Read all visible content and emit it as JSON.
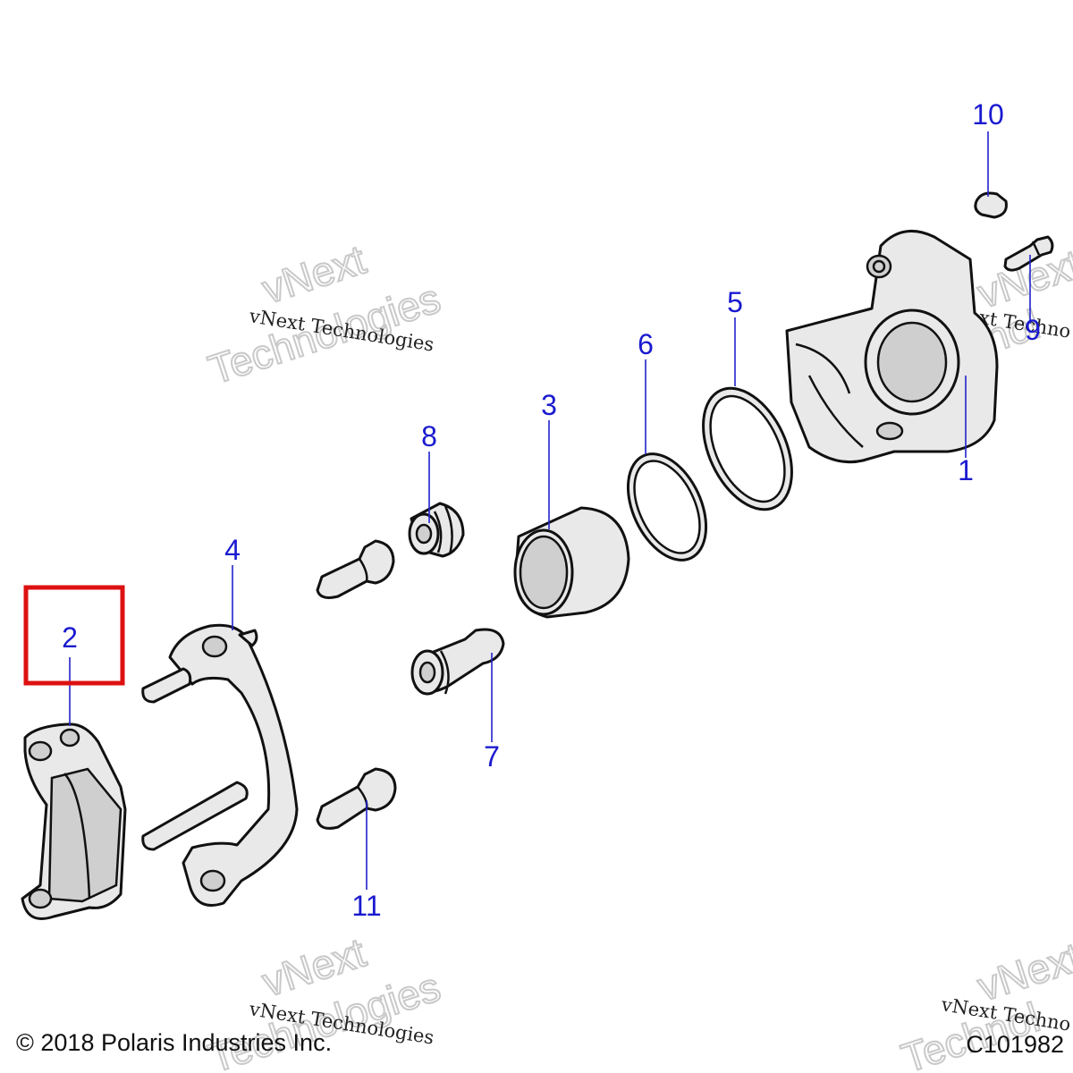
{
  "diagram": {
    "callouts": [
      {
        "id": "1",
        "label": "1"
      },
      {
        "id": "2",
        "label": "2"
      },
      {
        "id": "3",
        "label": "3"
      },
      {
        "id": "4",
        "label": "4"
      },
      {
        "id": "5",
        "label": "5"
      },
      {
        "id": "6",
        "label": "6"
      },
      {
        "id": "7",
        "label": "7"
      },
      {
        "id": "8",
        "label": "8"
      },
      {
        "id": "9",
        "label": "9"
      },
      {
        "id": "10",
        "label": "10"
      },
      {
        "id": "11",
        "label": "11"
      }
    ],
    "highlighted_callout": "2",
    "highlight_color": "#dd1111",
    "callout_color": "#1a1ad0"
  },
  "watermark": {
    "small_text": "vNext Technologies",
    "small_text_clipped": "vNext Techno",
    "big_line1": "vNext",
    "big_line2": "Technologies",
    "big_line2_clipped": "Technol",
    "big_line1_clipped": "vNext"
  },
  "footer": {
    "copyright": "© 2018 Polaris Industries Inc.",
    "figure_code": "C101982"
  }
}
